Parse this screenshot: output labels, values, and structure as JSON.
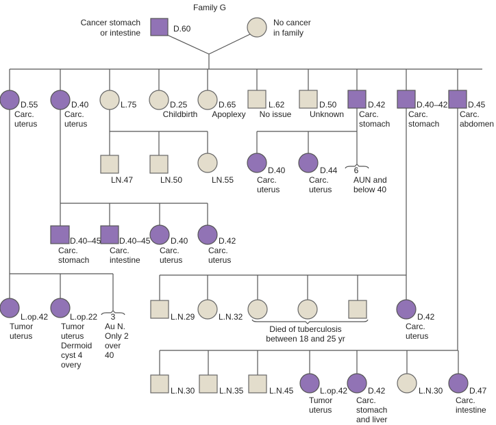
{
  "title": "Family G",
  "colors": {
    "affected": "#9173b5",
    "unaffected": "#e3ddcc",
    "line": "#555555"
  },
  "founders": {
    "father": {
      "sex": "male",
      "affected": true,
      "label": "D.60",
      "note1": "Cancer stomach",
      "note2": "or intestine"
    },
    "mother": {
      "sex": "female",
      "affected": false,
      "note1": "No cancer",
      "note2": "in family"
    }
  },
  "gen2": [
    {
      "label": "D.55",
      "l1": "Carc.",
      "l2": "uterus"
    },
    {
      "label": "D.40",
      "l1": "Carc.",
      "l2": "uterus"
    },
    {
      "label": "L.75"
    },
    {
      "label": "D.25",
      "l1": "Childbirth"
    },
    {
      "label": "D.65",
      "l1": "Apoplexy"
    },
    {
      "label": "L.62",
      "l1": "No issue"
    },
    {
      "label": "D.50",
      "l1": "Unknown"
    },
    {
      "label": "D.42",
      "l1": "Carc.",
      "l2": "stomach"
    },
    {
      "label": "D.40–42",
      "l1": "Carc.",
      "l2": "stomach"
    },
    {
      "label": "D.45",
      "l1": "Carc.",
      "l2": "abdomen"
    }
  ],
  "l75_children": [
    "LN.47",
    "LN.50",
    "LN.55"
  ],
  "d42_children": [
    {
      "label": "D.40",
      "l1": "Carc.",
      "l2": "uterus"
    },
    {
      "label": "D.44",
      "l1": "Carc.",
      "l2": "uterus"
    },
    {
      "count": "6",
      "l1": "AUN and",
      "l2": "below 40"
    }
  ],
  "d40_children": [
    {
      "label": "D.40–45",
      "l1": "Carc.",
      "l2": "stomach"
    },
    {
      "label": "D.40–45",
      "l1": "Carc.",
      "l2": "intestine"
    },
    {
      "label": "D.40",
      "l1": "Carc.",
      "l2": "uterus"
    },
    {
      "label": "D.42",
      "l1": "Carc.",
      "l2": "uterus"
    }
  ],
  "d55_children": [
    {
      "label": "L.op.42",
      "l1": "Tumor",
      "l2": "uterus"
    },
    {
      "label": "L.op.22",
      "l1": "Tumor",
      "l2": "uterus",
      "l3": "Dermoid",
      "l4": "cyst 4",
      "l5": "overy"
    },
    {
      "count": "3",
      "l1": "Au N.",
      "l2": "Only 2",
      "l3": "over",
      "l4": "40"
    }
  ],
  "d4042_children": [
    {
      "label": "L.N.29"
    },
    {
      "label": "L.N.32"
    },
    {
      "label": "D.42",
      "l1": "Carc.",
      "l2": "uterus"
    }
  ],
  "tb_note1": "Died of tuberculosis",
  "tb_note2": "between 18 and 25 yr",
  "d45_children": [
    {
      "label": "L.N.30"
    },
    {
      "label": "L.N.35"
    },
    {
      "label": "L.N.45"
    },
    {
      "label": "L.op.42",
      "l1": "Tumor",
      "l2": "uterus"
    },
    {
      "label": "D.42",
      "l1": "Carc.",
      "l2": "stomach",
      "l3": "and liver"
    },
    {
      "label": "L.N.30"
    },
    {
      "label": "D.47",
      "l1": "Carc.",
      "l2": "intestine"
    }
  ]
}
